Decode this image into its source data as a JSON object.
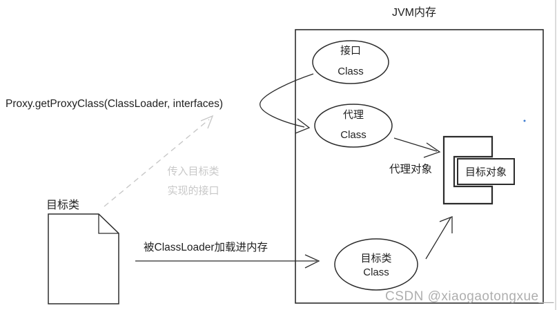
{
  "title": "JVM内存",
  "code_label": "Proxy.getProxyClass(ClassLoader, interfaces)",
  "nodes": {
    "interface_class": {
      "line1": "接口",
      "line2": "Class"
    },
    "proxy_class": {
      "line1": "代理",
      "line2": "Class"
    },
    "target_class": {
      "line1": "目标类",
      "line2": "Class"
    }
  },
  "labels": {
    "target_class_file": "目标类",
    "proxy_object": "代理对象",
    "target_object": "目标对象",
    "load_into_memory": "被ClassLoader加载进内存",
    "pass_note_line1": "传入目标类",
    "pass_note_line2": "实现的接口"
  },
  "watermark": "CSDN @xiaogaotongxue__",
  "icons": {
    "document_icon": "document-icon",
    "arrows": [
      "solid-arrow",
      "dashed-arrow",
      "curved-arrow"
    ]
  },
  "colors": {
    "line": "#2b2b2b",
    "text": "#1f1f1f",
    "muted_gray": "#c8c8c8",
    "watermark_gray": "#aeaeae",
    "background": "#ffffff",
    "edge_line": "#cfcfcf",
    "artifact_blue": "#3e7cd0"
  }
}
